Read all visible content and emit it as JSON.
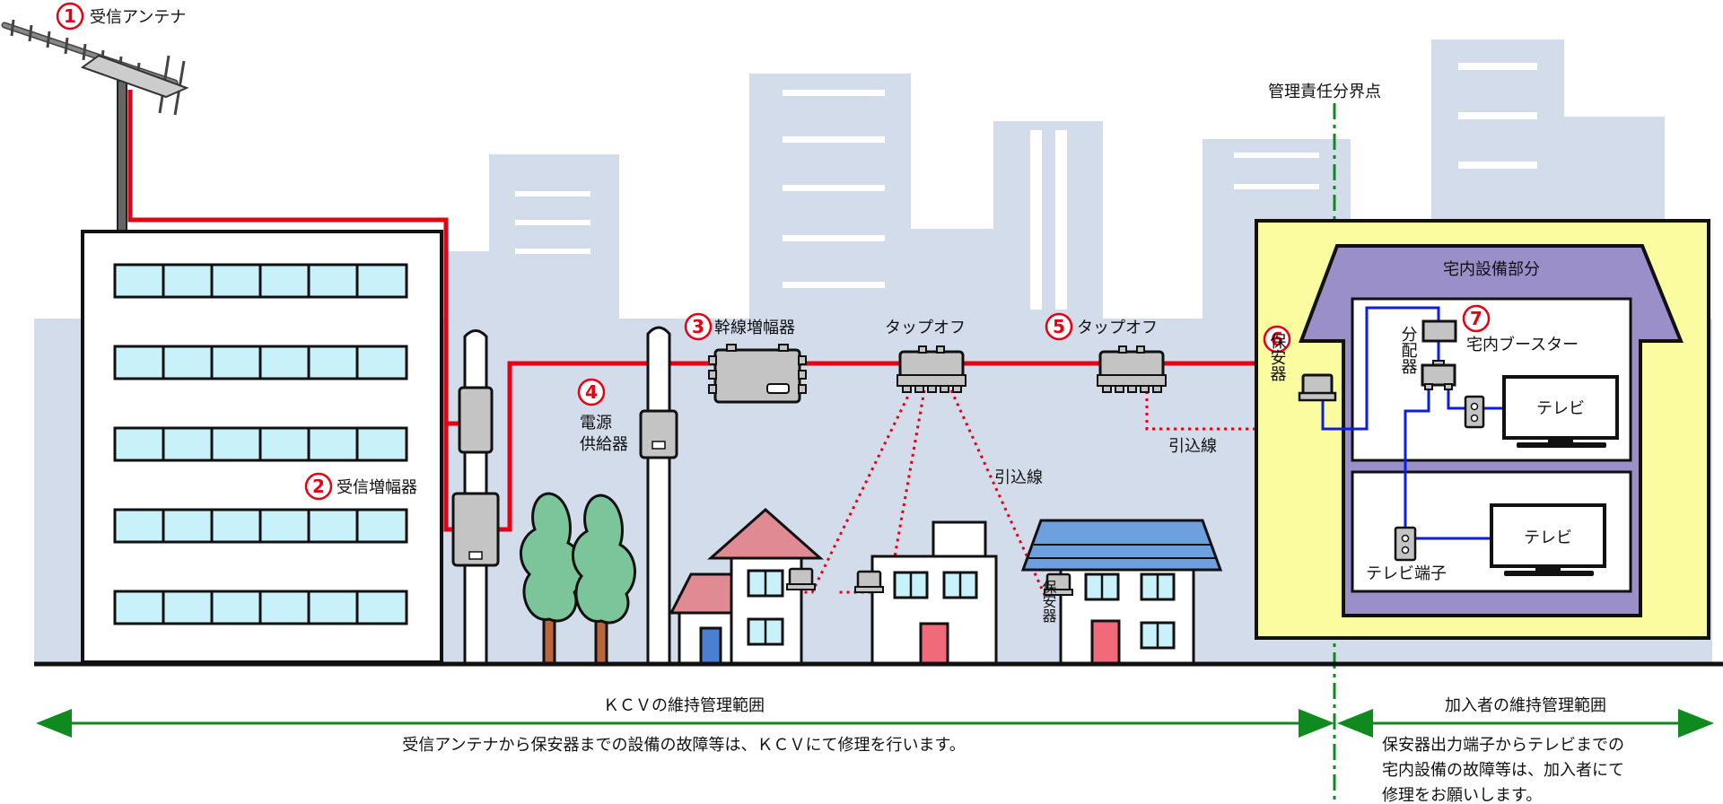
{
  "colors": {
    "sky_buildings": "#d3dcea",
    "signal_cable": "#e60012",
    "home_cable": "#0b1ee6",
    "boundary": "#0f8a1e",
    "window_fill": "#c9f1fa",
    "home_area": "#fbfba0",
    "house_roof_purple": "#9a8fc9",
    "device_gray": "#c4c4c4",
    "tree_green": "#7cc49a",
    "trunk": "#b8663a"
  },
  "labels": {
    "receive_antenna": {
      "num": "1",
      "text": "受信アンテナ"
    },
    "receive_amp": {
      "num": "2",
      "text": "受信増幅器"
    },
    "trunk_amp": {
      "num": "3",
      "text": "幹線増幅器"
    },
    "power_supply": {
      "num": "4",
      "line1": "電源",
      "line2": "供給器"
    },
    "tapoff_1": "タップオフ",
    "tapoff_2": {
      "num": "5",
      "text": "タップオフ"
    },
    "protector": {
      "num": "6",
      "text": "保安器"
    },
    "home_booster": {
      "num": "7",
      "text": "宅内ブースター"
    },
    "drop_line_1": "引込線",
    "drop_line_2": "引込線",
    "house_protector": "保安器",
    "boundary_point": "管理責任分界点",
    "home_section": "宅内設備部分",
    "splitter": "分配器",
    "tv_1": "テレビ",
    "tv_2": "テレビ",
    "tv_outlet": "テレビ端子"
  },
  "ranges": {
    "kcv": {
      "title": "ＫＣＶの維持管理範囲",
      "desc": "受信アンテナから保安器までの設備の故障等は、ＫＣＶにて修理を行います。"
    },
    "subscriber": {
      "title": "加入者の維持管理範囲",
      "desc_lines": [
        "保安器出力端子からテレビまでの",
        "宅内設備の故障等は、加入者にて",
        "修理をお願いします。"
      ]
    }
  }
}
